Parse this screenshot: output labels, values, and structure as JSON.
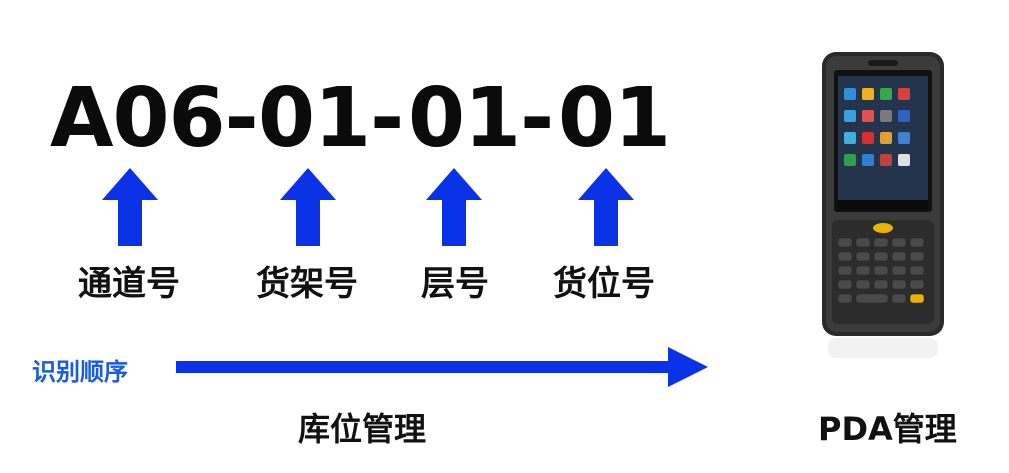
{
  "location_code": {
    "segments": [
      "A06-",
      "01-",
      "01-",
      "01"
    ]
  },
  "parts": [
    {
      "label": "通道号"
    },
    {
      "label": "货架号"
    },
    {
      "label": "层号"
    },
    {
      "label": "货位号"
    }
  ],
  "order_label": "识别顺序",
  "captions": {
    "location_management": "库位管理",
    "pda_management": "PDA管理"
  },
  "colors": {
    "arrow": "#0a32e6",
    "order_text": "#1a5be0"
  },
  "icons": [
    "arrow-up-icon",
    "arrow-right-icon",
    "pda-device-icon"
  ]
}
